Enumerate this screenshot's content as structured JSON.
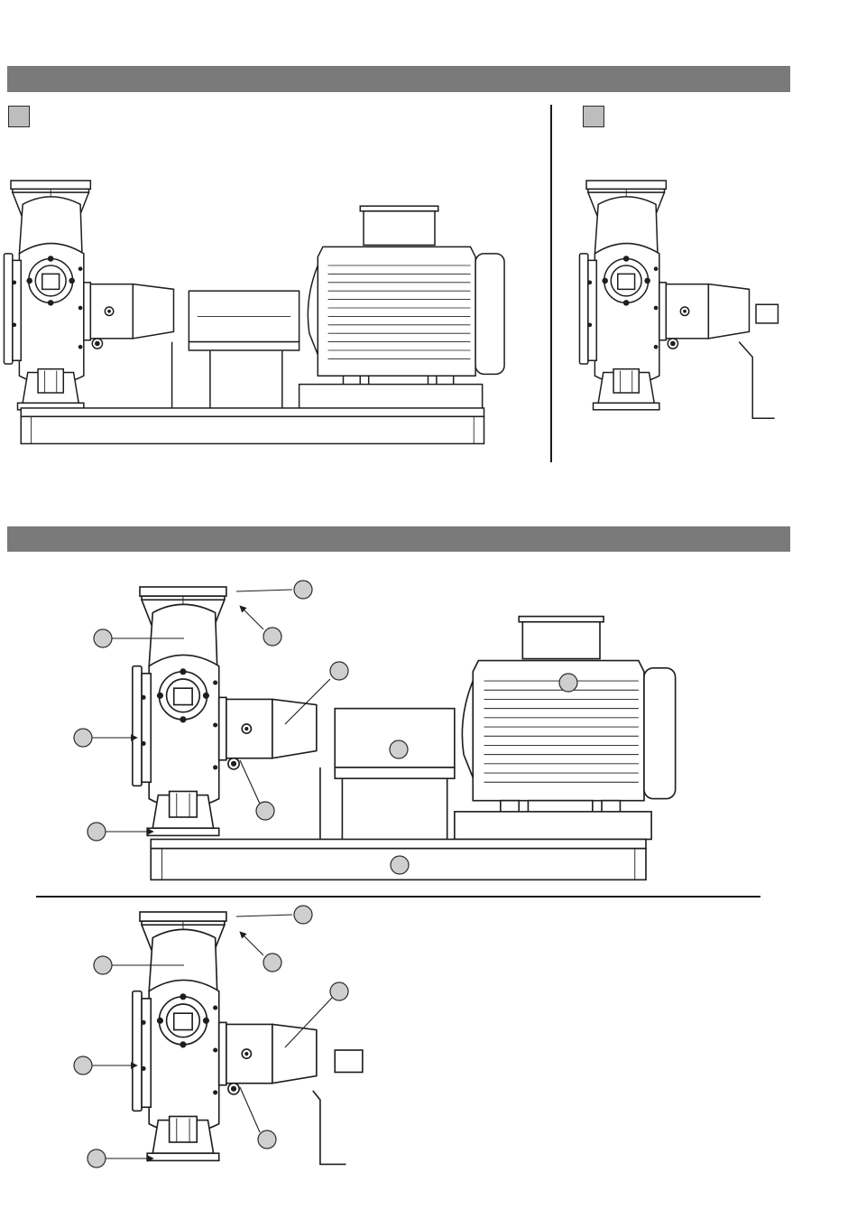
{
  "header_bands": [
    {
      "id": "band-top",
      "label": ""
    },
    {
      "id": "band-bottom",
      "label": ""
    }
  ],
  "figure_markers": [
    {
      "id": "marker-left",
      "label": ""
    },
    {
      "id": "marker-right",
      "label": ""
    }
  ],
  "callouts": {
    "assembly_full": [
      "",
      "",
      "",
      "",
      "",
      "",
      "",
      "",
      ""
    ],
    "assembly_bare": [
      "",
      "",
      "",
      "",
      "",
      ""
    ]
  },
  "colors": {
    "band": "#7a7a7a",
    "marker": "#bdbdbd",
    "callout": "#cfcfcf",
    "line": "#1e1e1e"
  }
}
